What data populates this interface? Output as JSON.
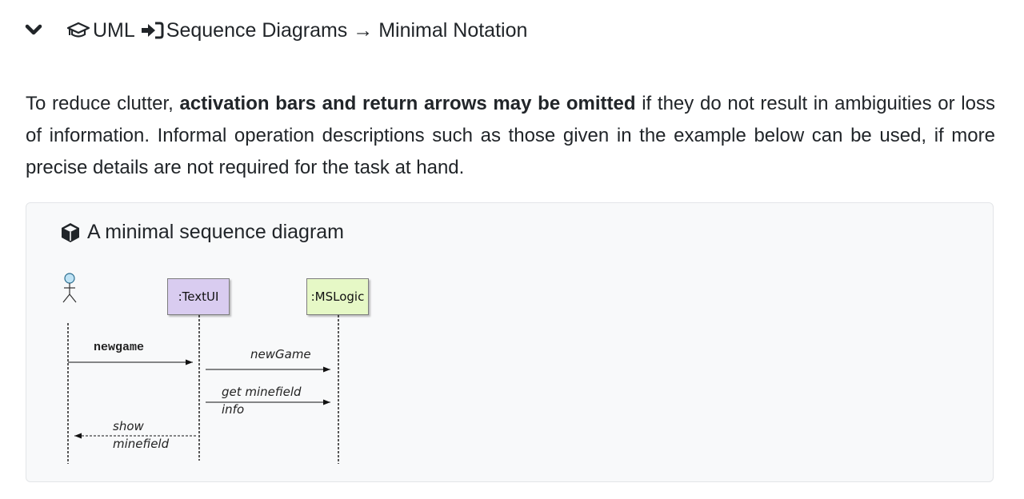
{
  "header": {
    "section": "UML",
    "page": "Sequence Diagrams → Minimal Notation"
  },
  "paragraph": {
    "part1": "To reduce clutter, ",
    "bold": "activation bars and return arrows may be omitted",
    "part2": " if they do not result in ambiguities or loss of information. Informal operation descriptions such as those given in the example below can be used, if more precise details are not required for the task at hand."
  },
  "example": {
    "title": "A minimal sequence diagram",
    "diagram": {
      "participants": [
        ":TextUI",
        ":MSLogic"
      ],
      "actor_label": "",
      "messages": [
        {
          "label": "newgame",
          "from": "actor",
          "to": ":TextUI",
          "style": "solid"
        },
        {
          "label": "newGame",
          "from": ":TextUI",
          "to": ":MSLogic",
          "style": "solid"
        },
        {
          "label": "get minefield",
          "label_line2": "info",
          "from": ":TextUI",
          "to": ":MSLogic",
          "style": "solid"
        },
        {
          "label": "show",
          "label_line2": "minefield",
          "from": ":TextUI",
          "to": "actor",
          "style": "dashed"
        }
      ]
    }
  },
  "icons": {
    "chevron": "chevron-down-icon",
    "section": "graduation-cap-icon",
    "separator": "sign-in-icon",
    "example": "cube-icon"
  }
}
